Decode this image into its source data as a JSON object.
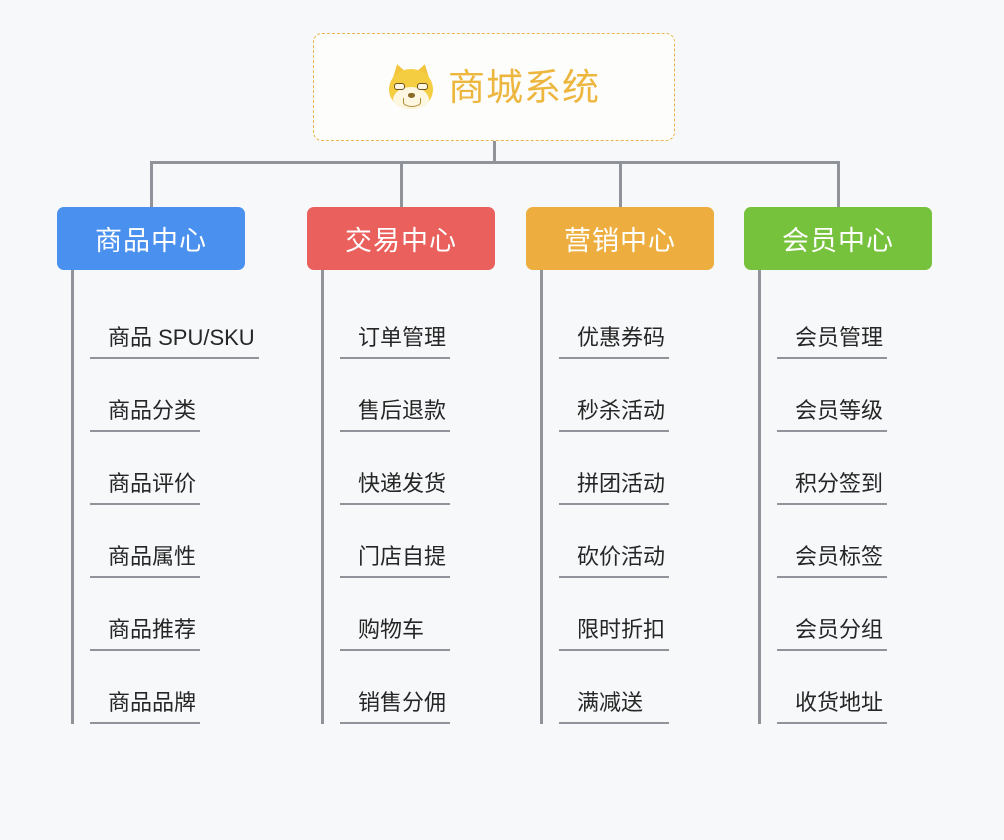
{
  "page": {
    "background_color": "#f7f8f9",
    "line_color": "#909399"
  },
  "root": {
    "title": "商城系统",
    "icon": "shiba-dog-face-icon",
    "text_color": "#edb63f",
    "border_color": "#e9b44c"
  },
  "branches": [
    {
      "title": "商品中心",
      "color": "#4a90ee",
      "items": [
        "商品 SPU/SKU",
        "商品分类",
        "商品评价",
        "商品属性",
        "商品推荐",
        "商品品牌"
      ]
    },
    {
      "title": "交易中心",
      "color": "#e9605c",
      "items": [
        "订单管理",
        "售后退款",
        "快递发货",
        "门店自提",
        "购物车",
        "销售分佣"
      ]
    },
    {
      "title": "营销中心",
      "color": "#edae3f",
      "items": [
        "优惠券码",
        "秒杀活动",
        "拼团活动",
        "砍价活动",
        "限时折扣",
        "满减送"
      ]
    },
    {
      "title": "会员中心",
      "color": "#77c23d",
      "items": [
        "会员管理",
        "会员等级",
        "积分签到",
        "会员标签",
        "会员分组",
        "收货地址"
      ]
    }
  ]
}
